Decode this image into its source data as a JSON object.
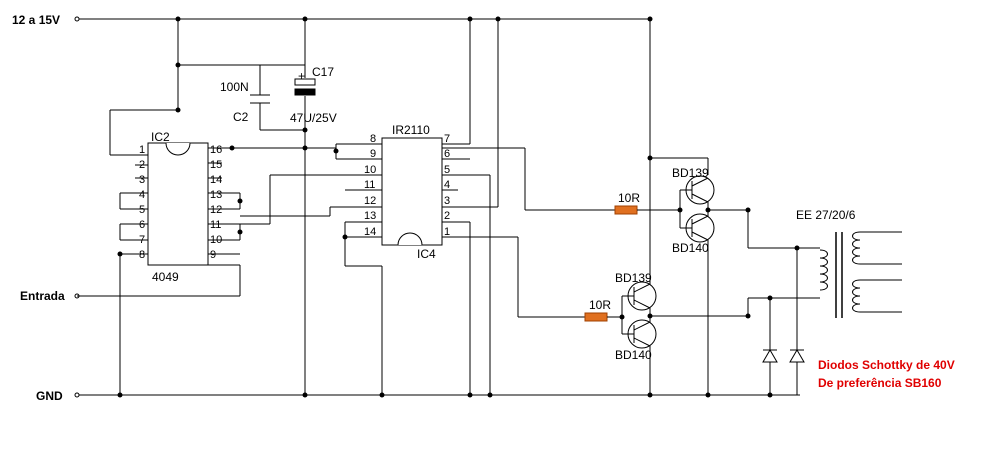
{
  "rails": {
    "vcc": "12 a 15V",
    "gnd": "GND",
    "input": "Entrada"
  },
  "ic2": {
    "ref": "IC2",
    "part": "4049",
    "left_pins": [
      "1",
      "2",
      "3",
      "4",
      "5",
      "6",
      "7",
      "8"
    ],
    "right_pins": [
      "16",
      "15",
      "14",
      "13",
      "12",
      "11",
      "10",
      "9"
    ]
  },
  "ic4": {
    "ref": "IC4",
    "part": "IR2110",
    "left_pins": [
      "8",
      "9",
      "10",
      "11",
      "12",
      "13",
      "14"
    ],
    "right_pins": [
      "7",
      "6",
      "5",
      "4",
      "3",
      "2",
      "1"
    ]
  },
  "capacitors": {
    "c2": {
      "ref": "C2",
      "value": "100N"
    },
    "c17": {
      "ref": "C17",
      "value": "47U/25V",
      "polarity": "+"
    }
  },
  "resistors": {
    "r_top": "10R",
    "r_bottom": "10R"
  },
  "transistors": {
    "q1": "BD139",
    "q2": "BD140",
    "q3": "BD139",
    "q4": "BD140"
  },
  "transformer": {
    "label": "EE 27/20/6"
  },
  "note": {
    "line1": "Diodos Schottky de 40V",
    "line2": "De preferência SB160",
    "color": "#e00000"
  },
  "colors": {
    "resistor": "#e07020",
    "wire": "#000000"
  }
}
